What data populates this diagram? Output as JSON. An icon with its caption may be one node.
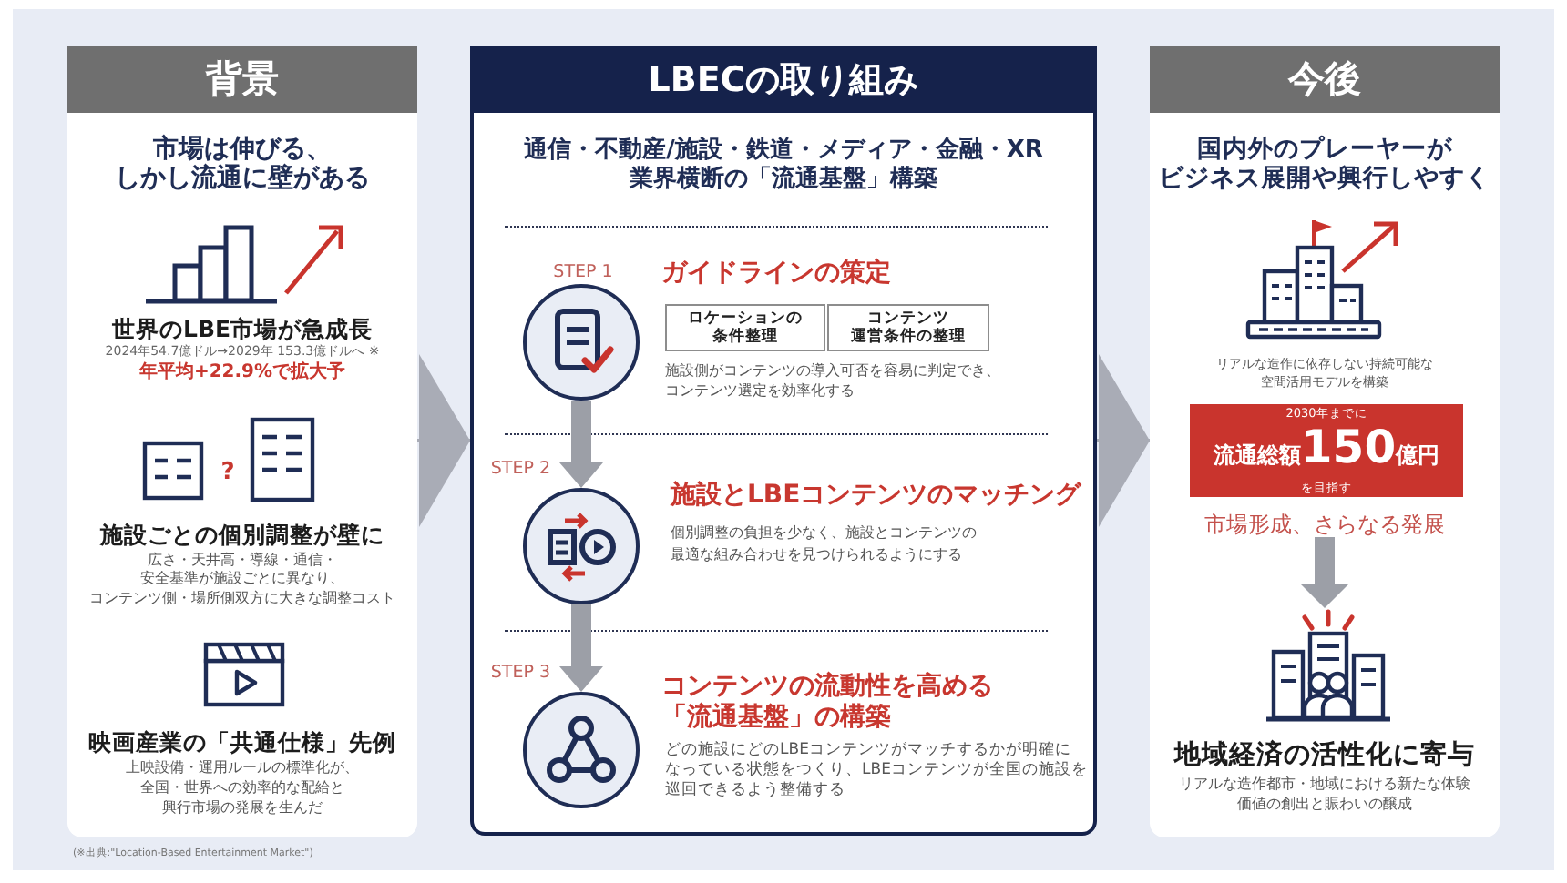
{
  "diagram": {
    "nodes": [
      {
        "text": [
          "背景",
          "市場は伸びる、しかし流通に壁がある"
        ]
      },
      {
        "text": [
          "LBECの取り組み",
          "通信・不動産/施設・鉄道・メディア・金融・XR業界横断の「流通基盤」構築"
        ]
      },
      {
        "text": [],
        "shape": "circle",
        "in": 1,
        "beside": [
          "STEP 1",
          "ガイドラインの策定"
        ]
      },
      {
        "text": [
          "ロケーションの条件整理"
        ],
        "in": 1
      },
      {
        "text": [
          "コンテンツ運営条件の整理"
        ],
        "in": 1
      },
      {
        "text": [],
        "shape": "circle",
        "in": 1,
        "beside": [
          "STEP 2",
          "施設とLBEコンテンツのマッチング",
          "個別調整の負担を少なく、施設とコンテンツの最適な組み合わせを見つけられるようにする"
        ]
      },
      {
        "text": [],
        "shape": "circle",
        "in": 1,
        "beside": [
          "STEP 3",
          "コンテンツの流動性を高める「流通基盤」の構築",
          "どの施設にどのLBEコンテンツがマッチするかが明確になっている状態をつくり、LBEコンテンツが全国の施設を巡回できるよう整備する"
        ]
      },
      {
        "text": [
          "今後",
          "国内外のプレーヤーがビジネス展開や興行しやすく"
        ]
      },
      {
        "text": [
          "2030年までに",
          "流通総額**150**億円",
          "を目指す"
        ],
        "in": 7
      },
      {
        "text": [
          "市場形成、さらなる発展"
        ],
        "in": 7
      },
      {
        "text": [],
        "shape": "picture",
        "in": 7,
        "beside": [
          "地域経済の活性化に寄与",
          "リアルな造作都市・地域における新たな体験価値の創出と賑わいの醸成"
        ]
      }
    ],
    "edges": [
      {
        "from": 0,
        "to": 1,
        "arrow": "to"
      },
      {
        "from": 1,
        "to": 7,
        "arrow": "to"
      },
      {
        "from": 2,
        "to": 5,
        "arrow": "to"
      },
      {
        "from": 5,
        "to": 6,
        "arrow": "to"
      },
      {
        "from": 9,
        "to": 10,
        "arrow": "to"
      }
    ],
    "labels": [
      "世界のLBE市場が急成長",
      "2024年54.7億ドル→2029年 153.3億ドルへ ※",
      "年平均+22.9%で拡大予",
      "?",
      "施設ごとの個別調整が壁に",
      "広さ・天井高・導線・通信・安全基準が施設ごとに異なり、コンテンツ側・場所側双方に大きな調整コスト",
      "映画産業の「共通仕様」先例",
      "上映設備・運用ルールの標準化が、全国・世界への効率的な配給と興行市場の発展を生んだ",
      "施設側がコンテンツの導入可否を容易に判定でき、コンテンツ選定を効率化する",
      "リアルな造作に依存しない持続可能な空間活用モデルを構築",
      "(※出典:\"Location-Based Entertainment Market\")"
    ]
  }
}
